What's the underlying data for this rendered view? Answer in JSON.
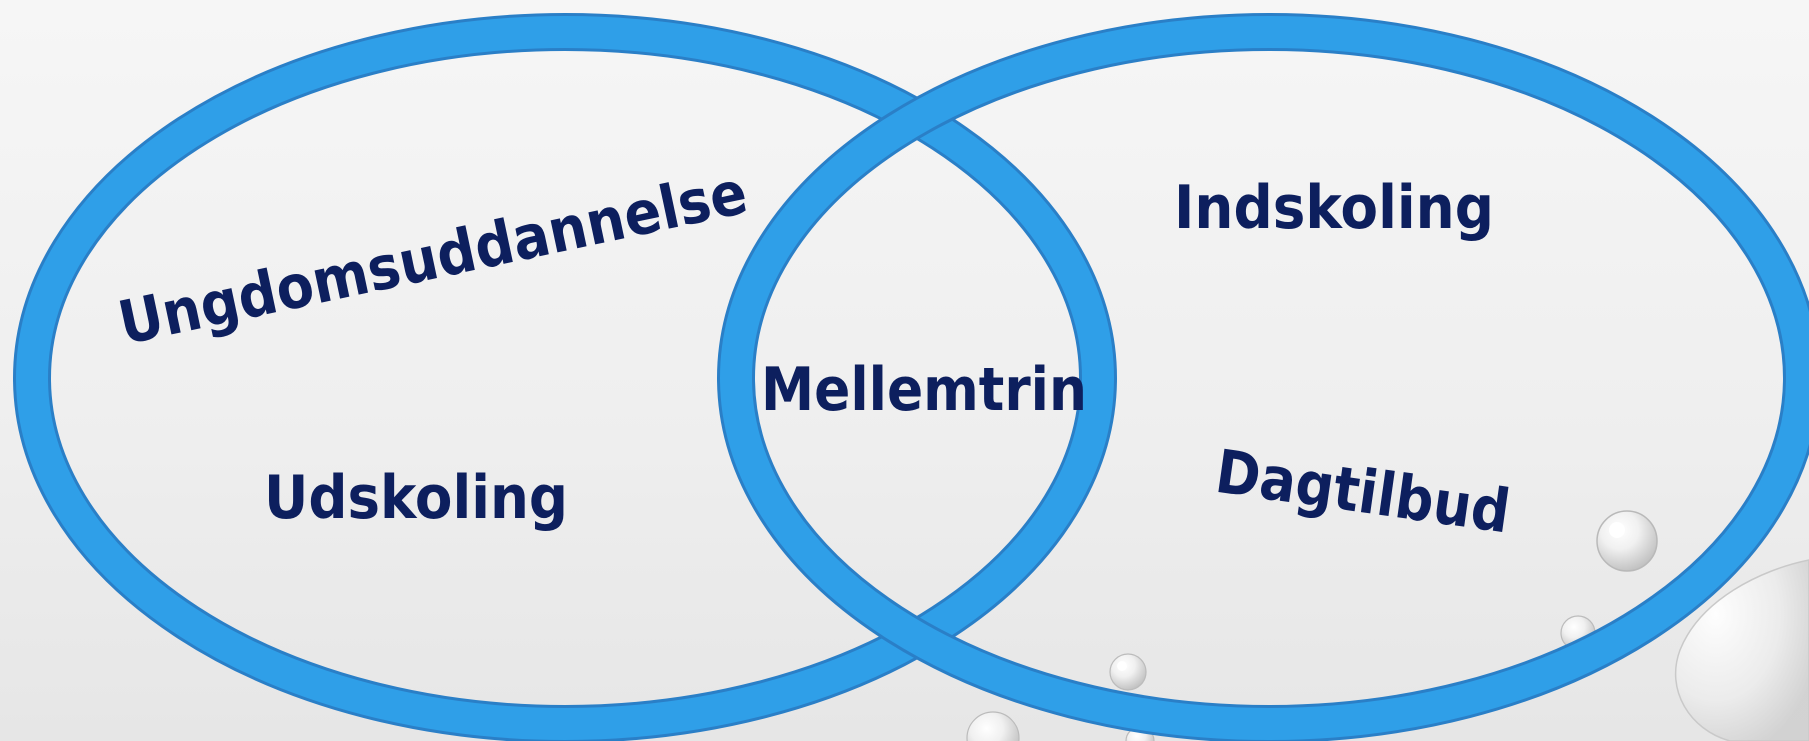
{
  "diagram": {
    "type": "venn",
    "ring_color": "#2f9fe8",
    "ring_edge_color": "#2a7fc7",
    "text_color": "#0d1f5e",
    "labels": {
      "ungdomsuddannelse": "Ungdomsuddannelse",
      "udskoling": "Udskoling",
      "mellemtrin": "Mellemtrin",
      "indskoling": "Indskoling",
      "dagtilbud": "Dagtilbud"
    },
    "decorations": [
      "water-droplets"
    ]
  }
}
